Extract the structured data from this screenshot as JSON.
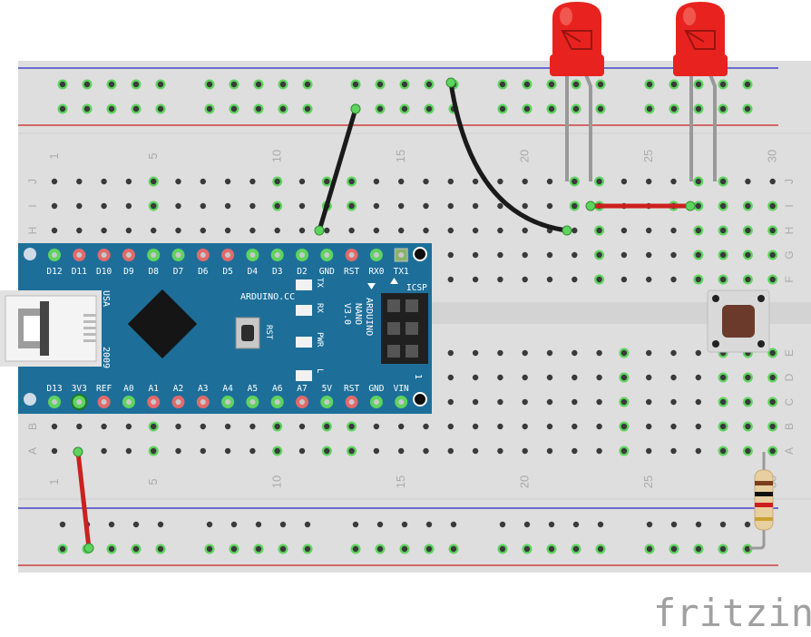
{
  "nano": {
    "top_pins": [
      "D12",
      "D11",
      "D10",
      "D9",
      "D8",
      "D7",
      "D6",
      "D5",
      "D4",
      "D3",
      "D2",
      "GND",
      "RST",
      "RX0",
      "TX1"
    ],
    "bottom_pins": [
      "D13",
      "3V3",
      "REF",
      "A0",
      "A1",
      "A2",
      "A3",
      "A4",
      "A5",
      "A6",
      "A7",
      "5V",
      "RST",
      "GND",
      "VIN"
    ],
    "brand": "ARDUINO.CC",
    "model_lines": [
      "ARDUINO",
      "NANO",
      "V3.0"
    ],
    "usa": "USA",
    "year": "2009",
    "rst": "RST",
    "icsp": "ICSP",
    "one": "1",
    "leds": [
      "TX",
      "RX",
      "PWR",
      "L"
    ]
  },
  "breadboard": {
    "column_numbers": [
      "1",
      "5",
      "10",
      "15",
      "20",
      "25",
      "30"
    ],
    "rows_top": [
      "J",
      "I",
      "H",
      "G",
      "F"
    ],
    "rows_bottom": [
      "E",
      "D",
      "C",
      "B",
      "A"
    ]
  },
  "colors": {
    "wire_black": "#1a1a1a",
    "wire_red": "#cc2020",
    "led_red": "#e8231f",
    "board_blue": "#1d6f9a"
  },
  "logo": "fritzing"
}
